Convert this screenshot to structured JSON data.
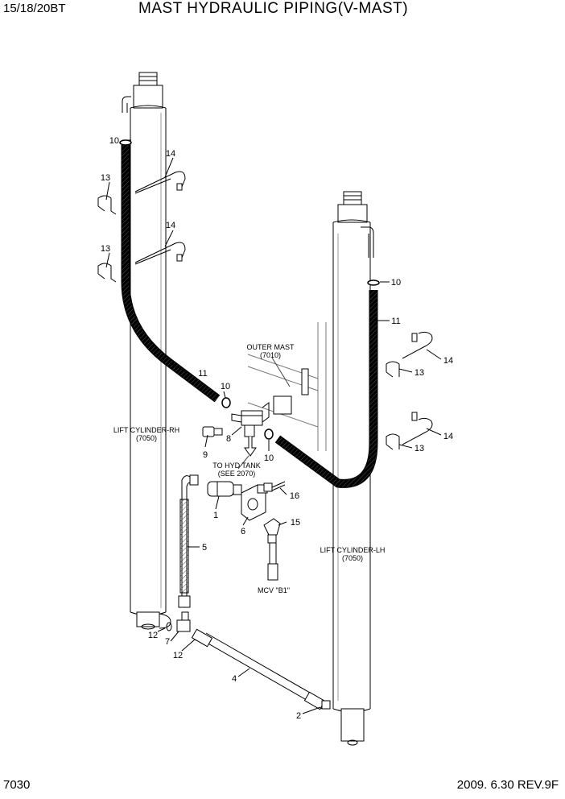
{
  "header": {
    "model": "15/18/20BT",
    "title": "MAST HYDRAULIC PIPING(V-MAST)"
  },
  "footer": {
    "page_number": "7030",
    "date_revision": "2009. 6.30  REV.9F"
  },
  "captions": {
    "outer_mast": "OUTER MAST",
    "outer_mast_ref": "(7010)",
    "lift_cyl_rh": "LIFT CYLINDER-RH",
    "lift_cyl_rh_ref": "(7050)",
    "lift_cyl_lh": "LIFT CYLINDER-LH",
    "lift_cyl_lh_ref": "(7050)",
    "to_hyd_tank": "TO HYD TANK",
    "to_hyd_tank_ref": "(SEE 2070)",
    "mcv": "MCV \"B1\""
  },
  "callouts": {
    "c10_top": "10",
    "c14_a": "14",
    "c13_a": "13",
    "c14_b": "14",
    "c13_b": "13",
    "c11_left": "11",
    "c10_mid": "10",
    "c8": "8",
    "c9": "9",
    "c10_low": "10",
    "c16": "16",
    "c1": "1",
    "c6": "6",
    "c15": "15",
    "c5": "5",
    "c12_a": "12",
    "c7": "7",
    "c12_b": "12",
    "c4": "4",
    "c2": "2",
    "c10_right": "10",
    "c11_right": "11",
    "c14_c": "14",
    "c13_c": "13",
    "c14_d": "14",
    "c13_d": "13"
  }
}
